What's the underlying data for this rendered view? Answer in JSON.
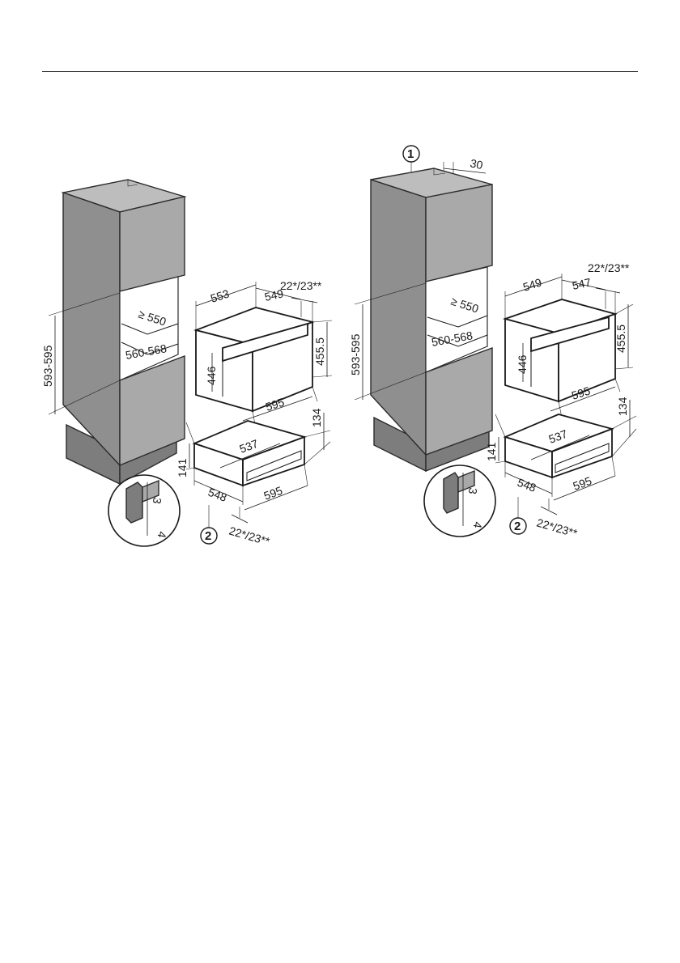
{
  "left": {
    "dim_height_niche": "593-595",
    "dim_depth_niche": "≥ 550",
    "dim_width_niche": "560-568",
    "dim_appl_depth": "553",
    "dim_appl_body_depth": "549",
    "dim_front_offset_top": "22*/23**",
    "dim_appl_height": "446",
    "dim_appl_total_height": "455.5",
    "dim_appl_width": "595",
    "dim_drawer_depth": "537",
    "dim_drawer_height_front": "134",
    "dim_drawer_height_total": "141",
    "dim_drawer_body_depth": "548",
    "dim_drawer_width": "595",
    "dim_front_offset_bottom": "22*/23**",
    "detail_gap_top": "3",
    "detail_gap_bottom": "4",
    "marker_2": "2"
  },
  "right": {
    "marker_1": "1",
    "dim_vent_gap": "30",
    "dim_height_niche": "593-595",
    "dim_depth_niche": "≥ 550",
    "dim_width_niche": "560-568",
    "dim_appl_depth": "549",
    "dim_appl_body_depth": "547",
    "dim_front_offset_top": "22*/23**",
    "dim_appl_height": "446",
    "dim_appl_total_height": "455.5",
    "dim_appl_width": "595",
    "dim_drawer_depth": "537",
    "dim_drawer_height_front": "134",
    "dim_drawer_height_total": "141",
    "dim_drawer_body_depth": "548",
    "dim_drawer_width": "595",
    "dim_front_offset_bottom": "22*/23**",
    "detail_gap_top": "3",
    "detail_gap_bottom": "4",
    "marker_2": "2"
  }
}
